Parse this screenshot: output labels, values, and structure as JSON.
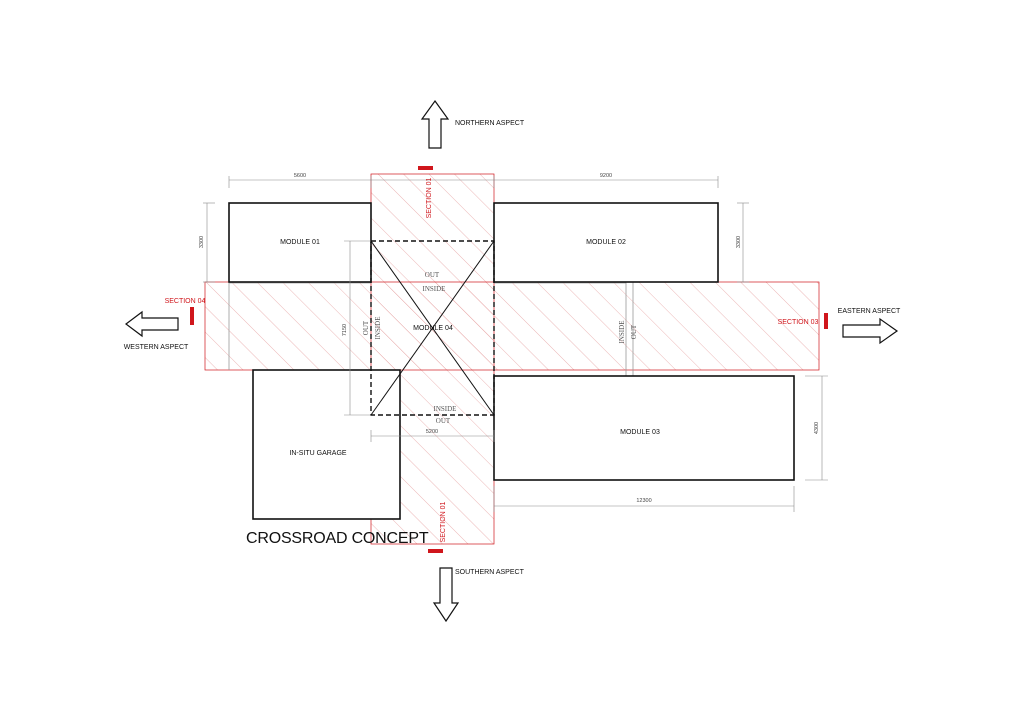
{
  "aspects": {
    "north": "NORTHERN ASPECT",
    "south": "SOUTHERN ASPECT",
    "east": "EASTERN ASPECT",
    "west": "WESTERN ASPECT"
  },
  "sections": {
    "north": "SECTION 01",
    "south": "SECTION 01",
    "east": "SECTION 03",
    "west": "SECTION 04"
  },
  "modules": {
    "m01": "MODULE 01",
    "m02": "MODULE 02",
    "m03": "MODULE 03",
    "m04": "MODULE 04",
    "garage": "IN-SITU GARAGE"
  },
  "dimensions": {
    "top_left": "5600",
    "top_right": "9200",
    "left_height": "3300",
    "right_height": "3300",
    "module04_height": "7150",
    "module04_width": "5200",
    "module03_height": "4300",
    "module03_width": "12300"
  },
  "annotations": {
    "out_top": "OUT",
    "inside_top": "INSIDE",
    "inside_bottom": "INSIDE",
    "out_bottom": "OUT",
    "out_left": "OUT",
    "inside_left": "INSIDE",
    "inside_right": "INSIDE",
    "out_right": "OUT"
  },
  "title": "CROSSROAD CONCEPT",
  "colors": {
    "section_red": "#d0161c",
    "hatch_red": "#e8a6a6",
    "line": "#111111"
  }
}
